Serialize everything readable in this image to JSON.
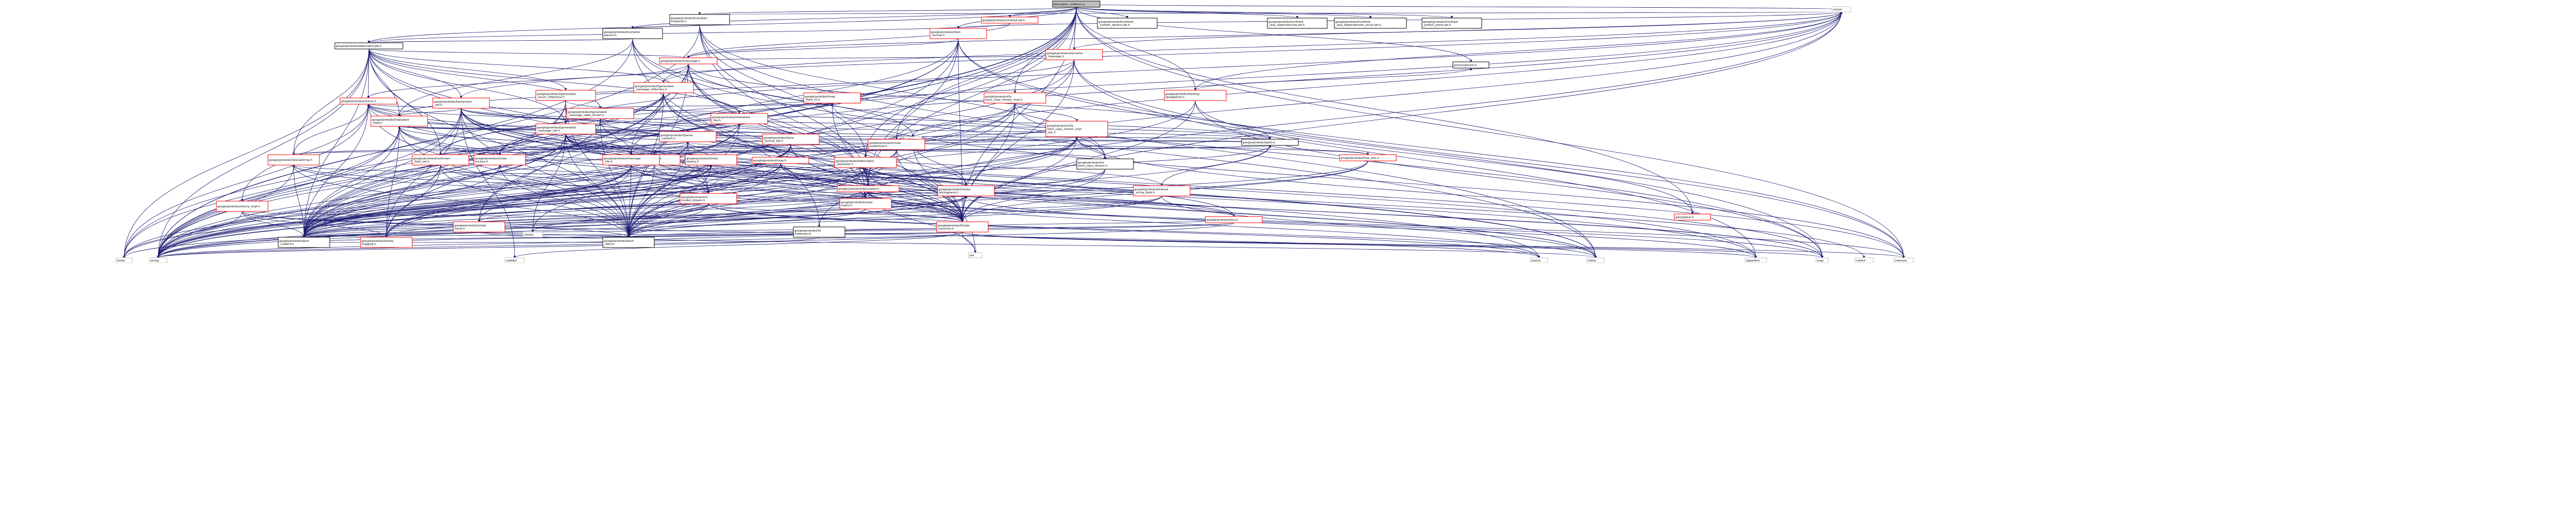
{
  "colors": {
    "root_fill": "#bfbfbf",
    "node_fill": "#ffffff",
    "border_default": "#000000",
    "border_expandable": "#ff0000",
    "border_system": "#bfbfbf",
    "edge": "#191970"
  },
  "nodes": [
    {
      "id": "root",
      "lines": [
        "descriptor_unittest.cc"
      ],
      "kind": "root"
    },
    {
      "id": "s_vector",
      "lines": [
        "vector"
      ],
      "kind": "system"
    },
    {
      "id": "s_limits",
      "lines": [
        "limits"
      ],
      "kind": "system"
    },
    {
      "id": "s_memory",
      "lines": [
        "memory"
      ],
      "kind": "system"
    },
    {
      "id": "s_string",
      "lines": [
        "string"
      ],
      "kind": "system"
    },
    {
      "id": "s_cstddef",
      "lines": [
        "cstddef"
      ],
      "kind": "system"
    },
    {
      "id": "s_climits",
      "lines": [
        "climits"
      ],
      "kind": "system"
    },
    {
      "id": "s_set",
      "lines": [
        "set"
      ],
      "kind": "system"
    },
    {
      "id": "s_map",
      "lines": [
        "map"
      ],
      "kind": "system"
    },
    {
      "id": "s_cstdint",
      "lines": [
        "cstdint"
      ],
      "kind": "system"
    },
    {
      "id": "s_iosfwd",
      "lines": [
        "iosfwd"
      ],
      "kind": "system"
    },
    {
      "id": "s_atomic",
      "lines": [
        "atomic"
      ],
      "kind": "system"
    },
    {
      "id": "s_algorithm",
      "lines": [
        "algorithm"
      ],
      "kind": "system"
    },
    {
      "id": "s_utility",
      "lines": [
        "utility"
      ],
      "kind": "system"
    },
    {
      "id": "p_compiler_importer",
      "lines": [
        "google/protobuf/compiler",
        "/importer.h"
      ],
      "kind": "plain"
    },
    {
      "id": "p_compiler_parser",
      "lines": [
        "google/protobuf/compiler",
        "/parser.h"
      ],
      "kind": "plain"
    },
    {
      "id": "p_descriptor_pb",
      "lines": [
        "google/protobuf/descriptor.pb.h"
      ],
      "kind": "plain"
    },
    {
      "id": "p_message_h",
      "lines": [
        "google/protobuf/message.h"
      ],
      "kind": "expandable"
    },
    {
      "id": "p_gen_msg_reflection",
      "lines": [
        "google/protobuf/generated",
        "_message_reflection.h"
      ],
      "kind": "expandable"
    },
    {
      "id": "p_stubs_common",
      "lines": [
        "google/protobuf/stubs",
        "/common.h"
      ],
      "kind": "expandable"
    },
    {
      "id": "p_stubs_casts",
      "lines": [
        "google/protobuf/stubs",
        "/casts.h"
      ],
      "kind": "expandable"
    },
    {
      "id": "p_stubs_mutex",
      "lines": [
        "google/protobuf/stubs",
        "/mutex.h"
      ],
      "kind": "expandable"
    },
    {
      "id": "p_stubs_once",
      "lines": [
        "google/protobuf/stubs",
        "/once.h"
      ],
      "kind": "expandable"
    },
    {
      "id": "p_stubs_strutil",
      "lines": [
        "google/protobuf/stubs",
        "/strutil.h"
      ],
      "kind": "expandable"
    },
    {
      "id": "p_stubs_logging",
      "lines": [
        "google/protobuf/stubs",
        "/logging.h"
      ],
      "kind": "expandable"
    },
    {
      "id": "p_stubs_status",
      "lines": [
        "google/protobuf/stubs",
        "/status.h"
      ],
      "kind": "expandable"
    },
    {
      "id": "p_port_def",
      "lines": [
        "google/protobuf/port",
        "_def.inc"
      ],
      "kind": "plain"
    },
    {
      "id": "p_port_undef",
      "lines": [
        "google/protobuf/port",
        "_undef.inc"
      ],
      "kind": "plain"
    },
    {
      "id": "p_descriptor_h",
      "lines": [
        "google/protobuf/descriptor.h"
      ],
      "kind": "expandable"
    },
    {
      "id": "p_descriptor_database",
      "lines": [
        "google/protobuf/descriptor",
        "_database.h"
      ],
      "kind": "expandable"
    },
    {
      "id": "p_dynamic_message",
      "lines": [
        "google/protobuf/dynamic",
        "_message.h"
      ],
      "kind": "expandable"
    },
    {
      "id": "p_text_format",
      "lines": [
        "google/protobuf/text",
        "_format.h"
      ],
      "kind": "expandable"
    },
    {
      "id": "p_unittest_pb",
      "lines": [
        "google/protobuf/unittest.pb.h"
      ],
      "kind": "expandable"
    },
    {
      "id": "p_unittest_custom",
      "lines": [
        "google/protobuf/unittest",
        "_custom_options.pb.h"
      ],
      "kind": "plain"
    },
    {
      "id": "p_unittest_lazy",
      "lines": [
        "google/protobuf/unittest",
        "_lazy_dependencies.pb.h"
      ],
      "kind": "plain"
    },
    {
      "id": "p_unittest_enum",
      "lines": [
        "google/protobuf/unittest",
        "_lazy_dependencies_enum.pb.h"
      ],
      "kind": "plain"
    },
    {
      "id": "p_unittest_proto3",
      "lines": [
        "google/protobuf/unittest",
        "_proto3_arena.pb.h"
      ],
      "kind": "plain"
    },
    {
      "id": "p_io_zero_copy",
      "lines": [
        "google/protobuf/io",
        "/zero_copy_stream.h"
      ],
      "kind": "plain"
    },
    {
      "id": "p_io_zero_copy_impl",
      "lines": [
        "google/protobuf/io",
        "/zero_copy_stream_impl.h"
      ],
      "kind": "expandable"
    },
    {
      "id": "p_io_zero_copy_lite",
      "lines": [
        "google/protobuf/io",
        "/zero_copy_stream_impl",
        "_lite.h"
      ],
      "kind": "expandable"
    },
    {
      "id": "p_io_tokenizer",
      "lines": [
        "google/protobuf/io",
        "/tokenizer.h"
      ],
      "kind": "plain"
    },
    {
      "id": "p_io_coded_stream",
      "lines": [
        "google/protobuf/io",
        "/coded_stream.h"
      ],
      "kind": "expandable"
    },
    {
      "id": "p_arena_h",
      "lines": [
        "google/protobuf/arena.h"
      ],
      "kind": "expandable"
    },
    {
      "id": "p_arena_impl",
      "lines": [
        "google/protobuf/arena_impl.h"
      ],
      "kind": "expandable"
    },
    {
      "id": "p_arenastring",
      "lines": [
        "google/protobuf/arenastring.h"
      ],
      "kind": "expandable"
    },
    {
      "id": "p_repeated_field",
      "lines": [
        "google/protobuf/repeated",
        "_field.h"
      ],
      "kind": "expandable"
    },
    {
      "id": "p_extension_set",
      "lines": [
        "google/protobuf/extension",
        "_set.h"
      ],
      "kind": "expandable"
    },
    {
      "id": "p_gen_enum_reflection",
      "lines": [
        "google/protobuf/generated",
        "_enum_reflection.h"
      ],
      "kind": "expandable"
    },
    {
      "id": "p_gen_msg_util",
      "lines": [
        "google/protobuf/generated",
        "_message_util.h"
      ],
      "kind": "expandable"
    },
    {
      "id": "p_gen_msg_table",
      "lines": [
        "google/protobuf/generated",
        "_message_table_driven.h"
      ],
      "kind": "expandable"
    },
    {
      "id": "p_metadata_lite",
      "lines": [
        "google/protobuf/metadata",
        "_lite.h"
      ],
      "kind": "expandable"
    },
    {
      "id": "p_message_lite",
      "lines": [
        "google/protobuf/message",
        "_lite.h"
      ],
      "kind": "expandable"
    },
    {
      "id": "p_parse_context",
      "lines": [
        "google/protobuf/parse",
        "_context.h"
      ],
      "kind": "expandable"
    },
    {
      "id": "p_unknown_field_set",
      "lines": [
        "google/protobuf/unknown",
        "_field_set.h"
      ],
      "kind": "expandable"
    },
    {
      "id": "p_wire_format_lite",
      "lines": [
        "google/protobuf/wire",
        "_format_lite.h"
      ],
      "kind": "expandable"
    },
    {
      "id": "p_map_h",
      "lines": [
        "google/protobuf/map.h"
      ],
      "kind": "expandable"
    },
    {
      "id": "p_map_field",
      "lines": [
        "google/protobuf/map",
        "_field_inl.h"
      ],
      "kind": "expandable"
    },
    {
      "id": "p_stubs_substitute",
      "lines": [
        "google/protobuf/stubs",
        "/substitute.h"
      ],
      "kind": "expandable"
    },
    {
      "id": "p_stubs_stringpiece",
      "lines": [
        "google/protobuf/stubs",
        "/stringpiece.h"
      ],
      "kind": "expandable"
    },
    {
      "id": "p_testing_googletest",
      "lines": [
        "google/protobuf/testing",
        "/googletest.h"
      ],
      "kind": "expandable"
    },
    {
      "id": "p_gmock",
      "lines": [
        "gmock/gmock.h"
      ],
      "kind": "plain"
    },
    {
      "id": "p_gtest",
      "lines": [
        "gtest/gtest.h"
      ],
      "kind": "expandable"
    },
    {
      "id": "p_port_h",
      "lines": [
        "google/protobuf/port.h"
      ],
      "kind": "plain"
    },
    {
      "id": "p_has_bits",
      "lines": [
        "google/protobuf/has_bits.h"
      ],
      "kind": "expandable"
    },
    {
      "id": "p_inlined_string",
      "lines": [
        "google/protobuf/inlined",
        "_string_field.h"
      ],
      "kind": "expandable"
    },
    {
      "id": "p_any",
      "lines": [
        "google/protobuf/any.h"
      ],
      "kind": "expandable"
    }
  ]
}
